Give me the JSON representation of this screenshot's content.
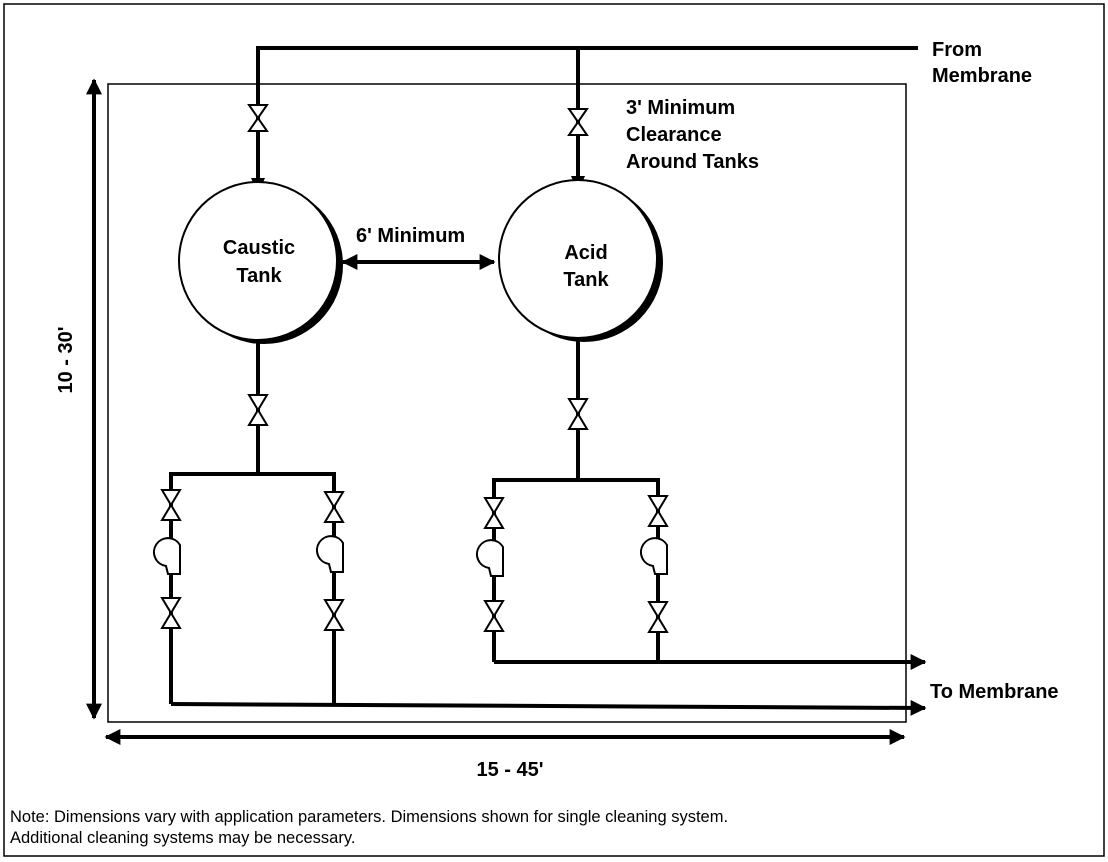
{
  "labels": {
    "from_membrane_line1": "From",
    "from_membrane_line2": "Membrane",
    "clearance_line1": "3' Minimum",
    "clearance_line2": "Clearance",
    "clearance_line3": "Around Tanks",
    "spacing": "6' Minimum",
    "caustic_line1": "Caustic",
    "caustic_line2": "Tank",
    "acid_line1": "Acid",
    "acid_line2": "Tank",
    "to_membrane": "To Membrane",
    "height_dim": "10 - 30'",
    "width_dim": "15 - 45'",
    "note_line1": "Note: Dimensions vary with application parameters.  Dimensions shown for single cleaning system.",
    "note_line2": "Additional cleaning systems may be necessary."
  }
}
